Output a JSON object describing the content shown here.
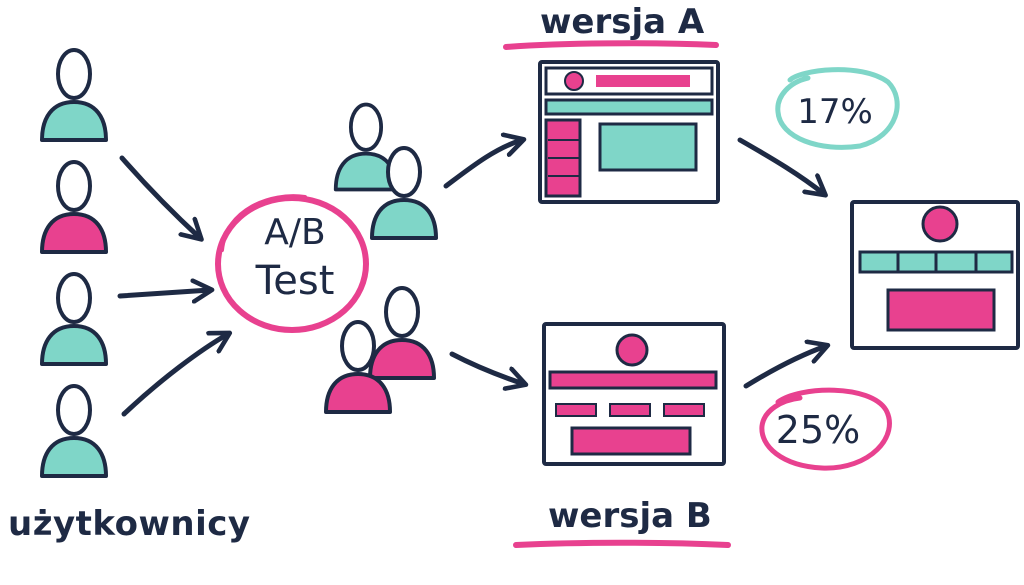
{
  "labels": {
    "users": "użytkownicy",
    "ab_line1": "A/B",
    "ab_line2": "Test",
    "version_a": "wersja A",
    "version_b": "wersja B",
    "result_a": "17%",
    "result_b": "25%"
  },
  "colors": {
    "ink": "#1e2a44",
    "pink": "#e8418f",
    "teal": "#7fd6c8",
    "background": "#ffffff"
  },
  "icons": {
    "user": "person-icon",
    "arrow": "arrow-icon",
    "page": "webpage-wireframe-icon"
  }
}
